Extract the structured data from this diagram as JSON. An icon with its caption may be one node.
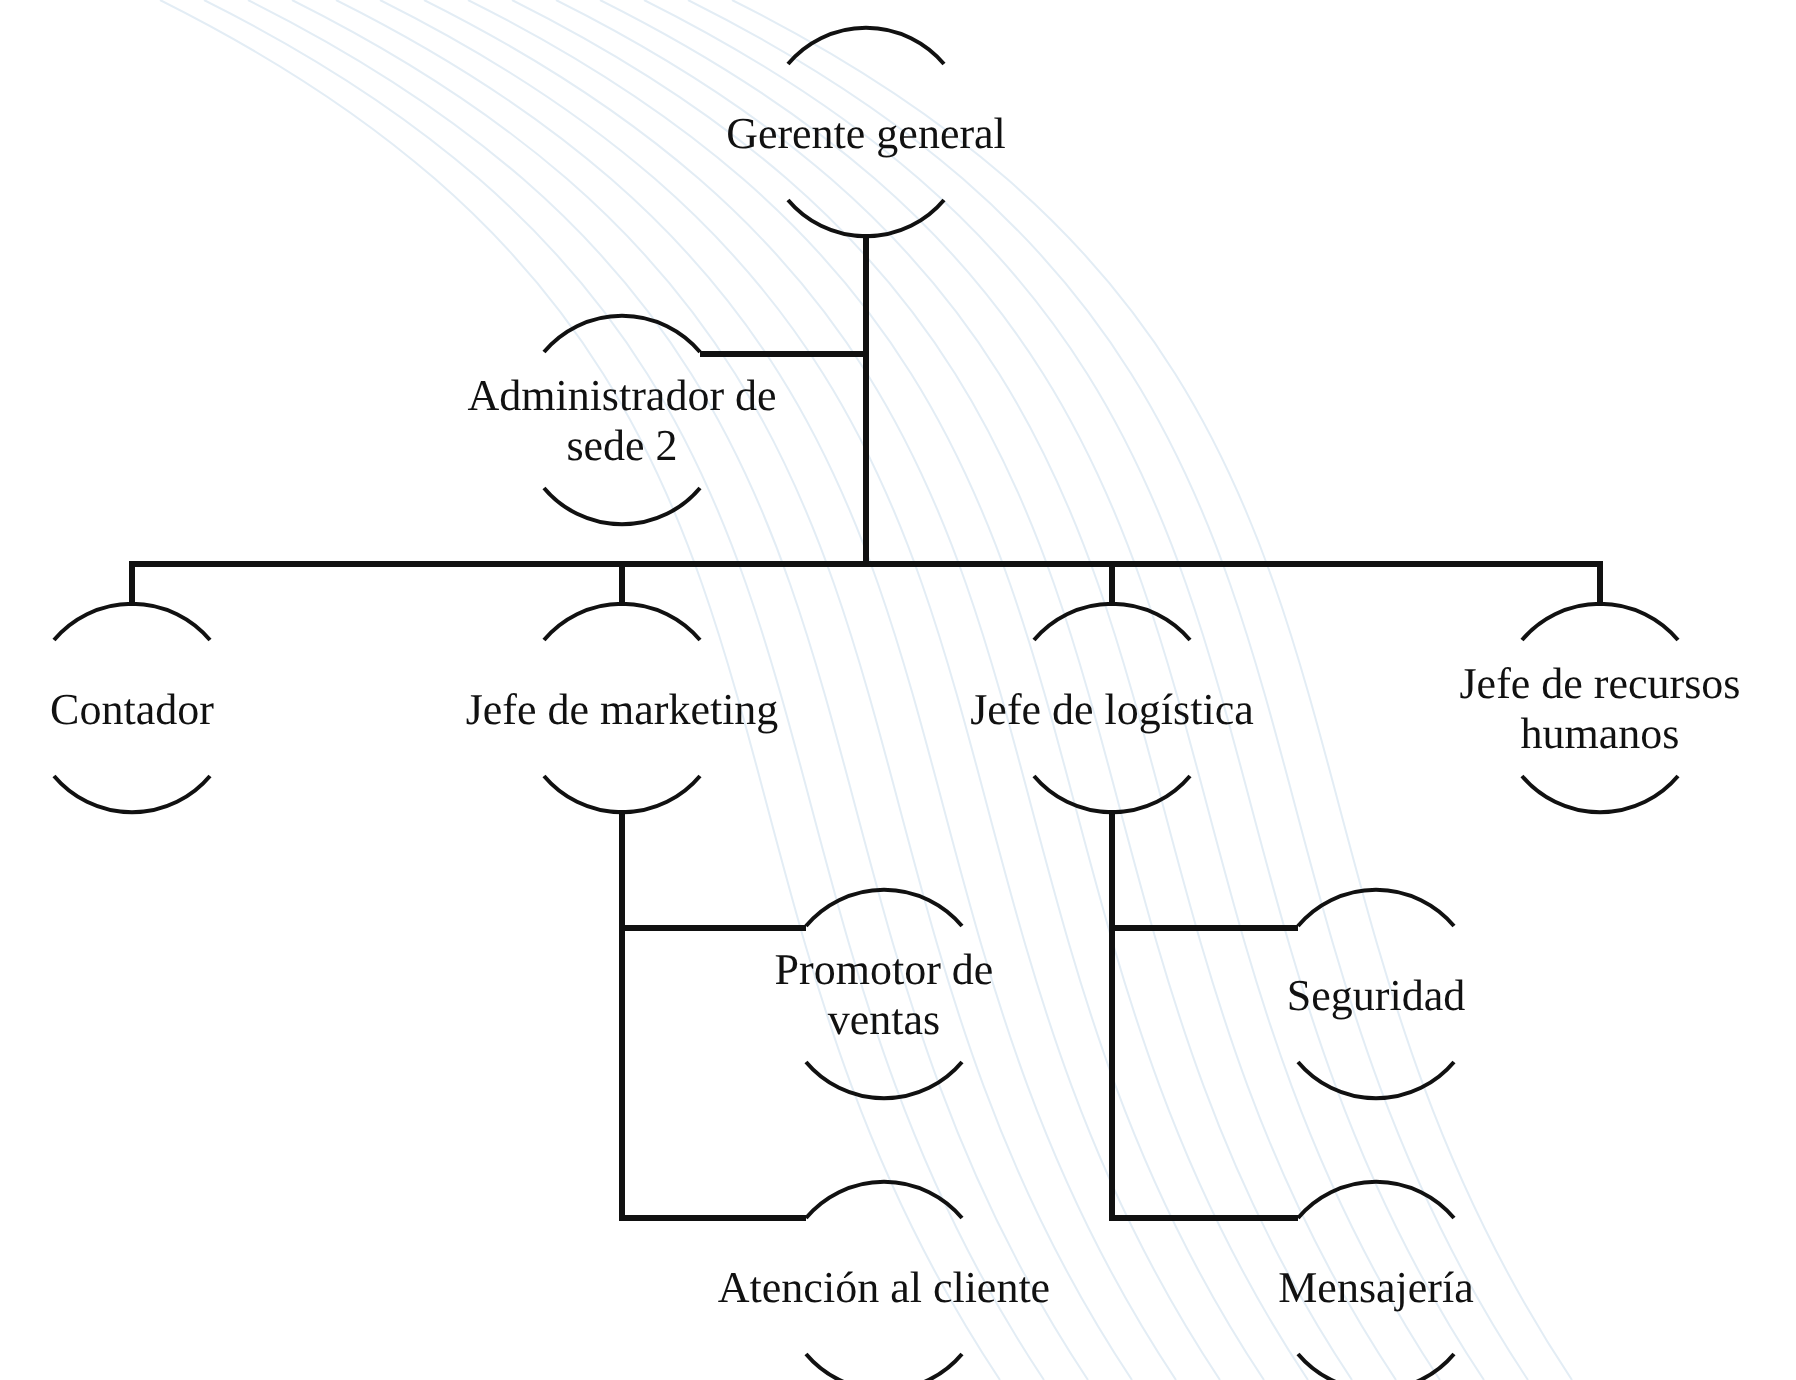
{
  "diagram": {
    "nodes": [
      {
        "text": [
          "Gerente general"
        ]
      },
      {
        "text": [
          "Administrador de sede 2"
        ]
      },
      {
        "text": [
          "Contador"
        ]
      },
      {
        "text": [
          "Jefe de marketing"
        ]
      },
      {
        "text": [
          "Jefe de logística"
        ]
      },
      {
        "text": [
          "Jefe de recursos humanos"
        ]
      },
      {
        "text": [
          "Promotor de ventas"
        ]
      },
      {
        "text": [
          "Atención al cliente"
        ]
      },
      {
        "text": [
          "Seguridad"
        ]
      },
      {
        "text": [
          "Mensajería"
        ]
      }
    ],
    "edges": [
      {
        "from": 0,
        "to": 1,
        "arrow": "none"
      },
      {
        "from": 0,
        "to": 2,
        "arrow": "none"
      },
      {
        "from": 0,
        "to": 3,
        "arrow": "none"
      },
      {
        "from": 0,
        "to": 4,
        "arrow": "none"
      },
      {
        "from": 0,
        "to": 5,
        "arrow": "none"
      },
      {
        "from": 3,
        "to": 6,
        "arrow": "none"
      },
      {
        "from": 3,
        "to": 7,
        "arrow": "none"
      },
      {
        "from": 4,
        "to": 8,
        "arrow": "none"
      },
      {
        "from": 4,
        "to": 9,
        "arrow": "none"
      }
    ]
  }
}
